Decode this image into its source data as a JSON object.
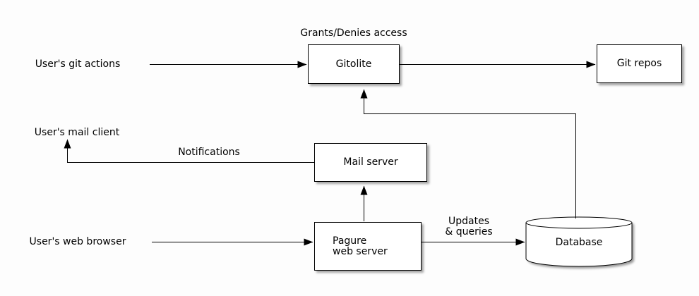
{
  "nodes": {
    "gitolite": {
      "label": "Gitolite"
    },
    "git_repos": {
      "label": "Git repos"
    },
    "mail_server": {
      "label": "Mail server"
    },
    "pagure_web_server": {
      "line1": "Pagure",
      "line2": "web server"
    },
    "database": {
      "label": "Database"
    }
  },
  "actors": {
    "git_actions": "User's git actions",
    "mail_client": "User's mail client",
    "web_browser": "User's web browser"
  },
  "edge_labels": {
    "grants_denies": "Grants/Denies access",
    "notifications": "Notifications",
    "updates_line1": "Updates",
    "updates_line2": "& queries"
  },
  "colors": {
    "background": "#ffffff",
    "line": "#000000",
    "node_fill": "#ffffff",
    "node_border": "#000000",
    "shadow": "#999999"
  }
}
